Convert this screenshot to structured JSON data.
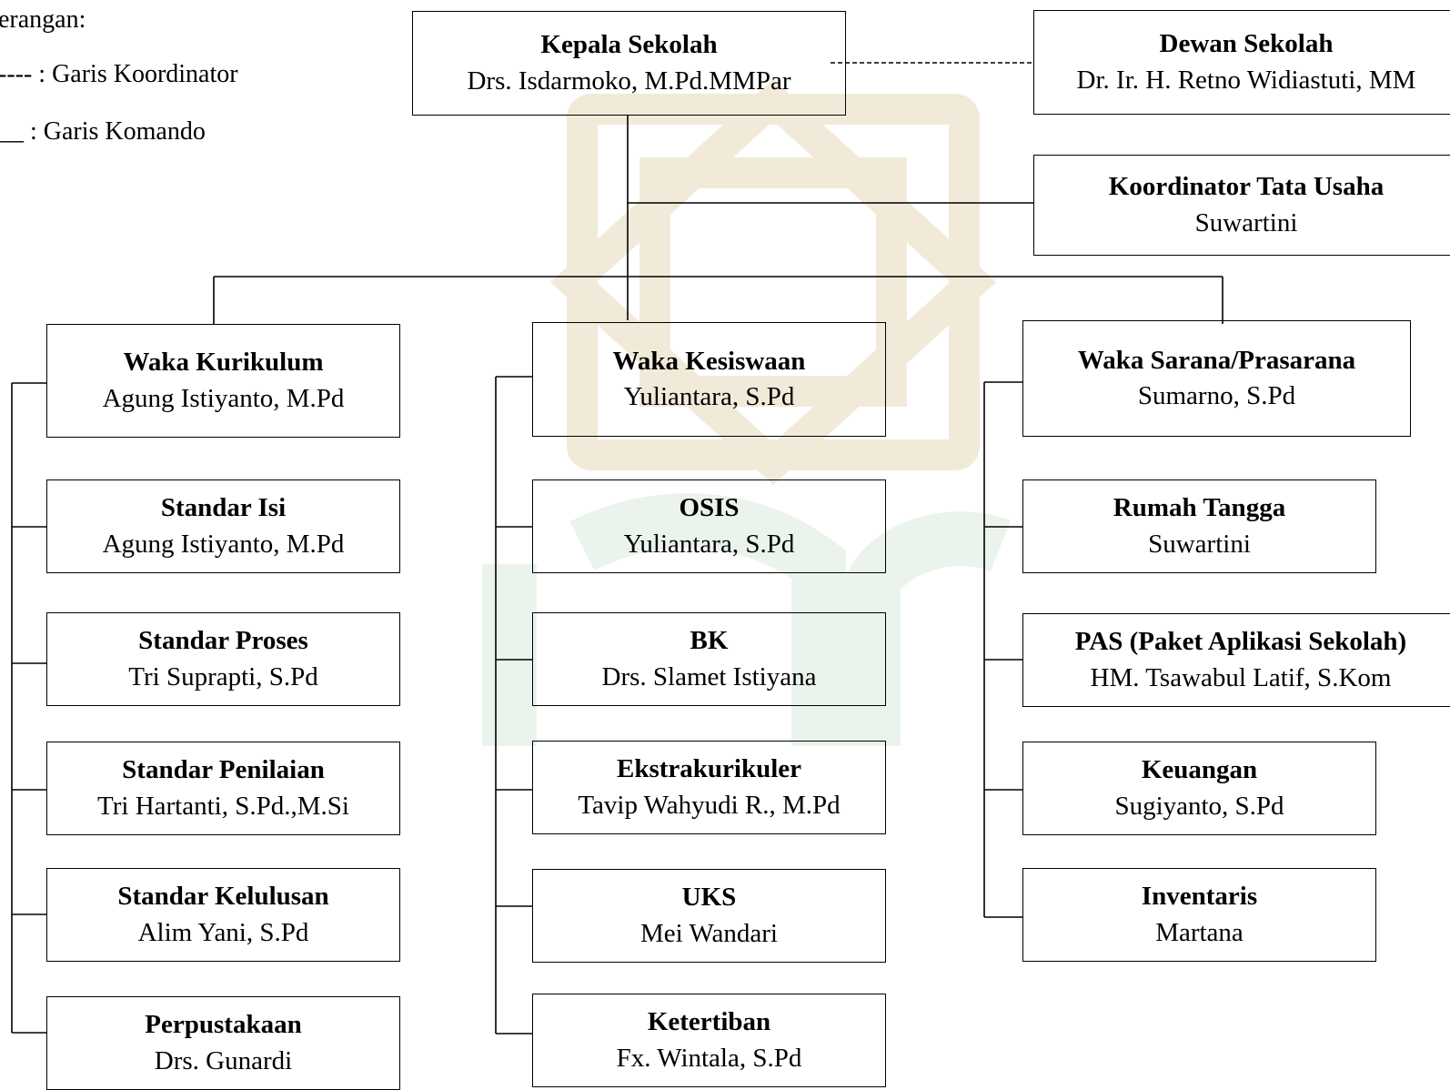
{
  "legend": {
    "title": "erangan:",
    "coordinator": "---- : Garis Koordinator",
    "command": "__ : Garis Komando"
  },
  "boxes": {
    "kepala": {
      "title": "Kepala Sekolah",
      "name": "Drs. Isdarmoko, M.Pd.MMPar"
    },
    "dewan": {
      "title": "Dewan Sekolah",
      "name": "Dr. Ir. H. Retno Widiastuti, MM"
    },
    "tata_usaha": {
      "title": "Koordinator Tata Usaha",
      "name": "Suwartini"
    },
    "waka_kurikulum": {
      "title": "Waka Kurikulum",
      "name": "Agung Istiyanto, M.Pd"
    },
    "standar_isi": {
      "title": "Standar Isi",
      "name": "Agung Istiyanto, M.Pd"
    },
    "standar_proses": {
      "title": "Standar Proses",
      "name": "Tri Suprapti, S.Pd"
    },
    "standar_penilaian": {
      "title": "Standar Penilaian",
      "name": "Tri Hartanti, S.Pd.,M.Si"
    },
    "standar_kelulusan": {
      "title": "Standar Kelulusan",
      "name": "Alim Yani, S.Pd"
    },
    "perpustakaan": {
      "title": "Perpustakaan",
      "name": "Drs. Gunardi"
    },
    "waka_kesiswaan": {
      "title": "Waka Kesiswaan",
      "name": "Yuliantara, S.Pd"
    },
    "osis": {
      "title": "OSIS",
      "name": "Yuliantara, S.Pd"
    },
    "bk": {
      "title": "BK",
      "name": "Drs. Slamet Istiyana"
    },
    "ekstrakurikuler": {
      "title": "Ekstrakurikuler",
      "name": "Tavip Wahyudi R., M.Pd"
    },
    "uks": {
      "title": "UKS",
      "name": "Mei Wandari"
    },
    "ketertiban": {
      "title": "Ketertiban",
      "name": "Fx. Wintala, S.Pd"
    },
    "waka_sarana": {
      "title": "Waka Sarana/Prasarana",
      "name": "Sumarno, S.Pd"
    },
    "rumah_tangga": {
      "title": "Rumah Tangga",
      "name": "Suwartini"
    },
    "pas": {
      "title": "PAS (Paket Aplikasi Sekolah)",
      "name": "HM. Tsawabul Latif, S.Kom"
    },
    "keuangan": {
      "title": "Keuangan",
      "name": "Sugiyanto, S.Pd"
    },
    "inventaris": {
      "title": "Inventaris",
      "name": "Martana"
    }
  },
  "colors": {
    "line": "#000000",
    "watermark": "#f0e8d8",
    "watermark_green": "#e8f2ea"
  }
}
